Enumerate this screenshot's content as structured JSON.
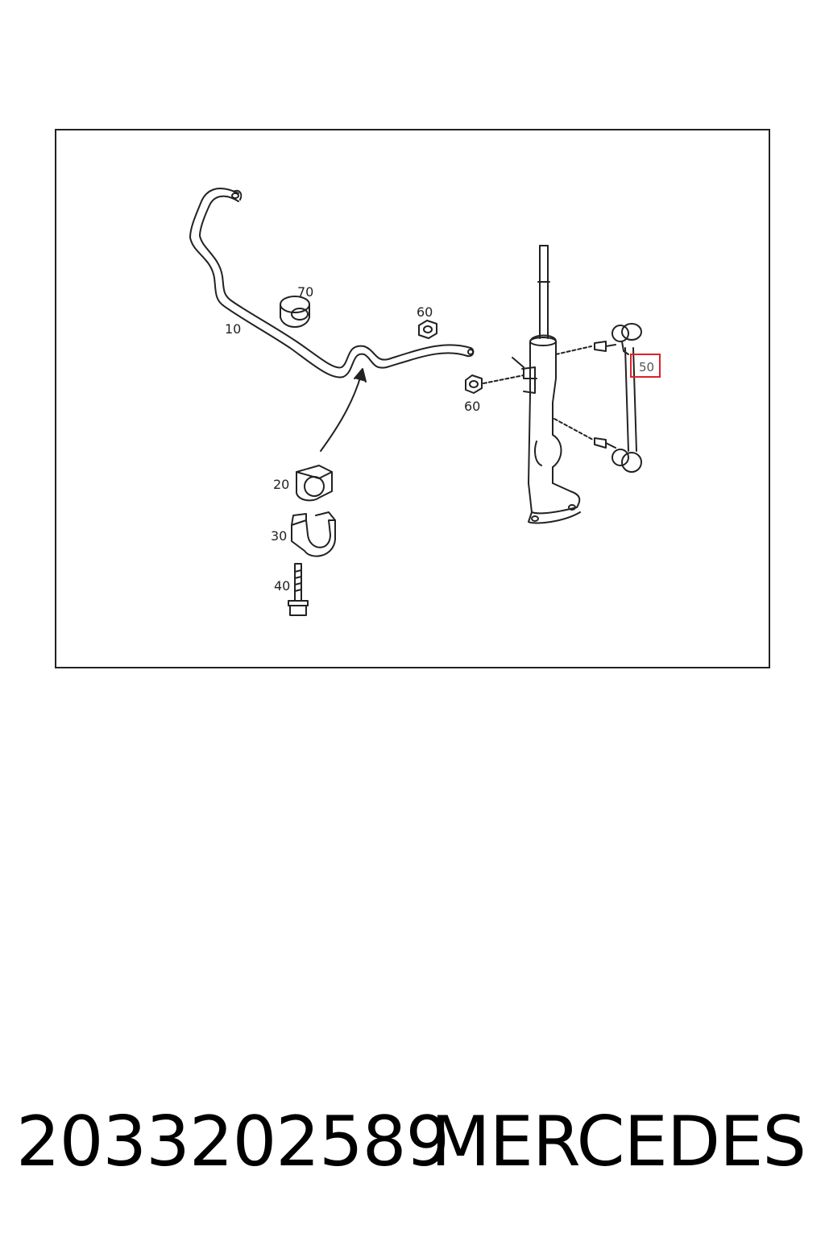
{
  "diagram": {
    "parts": {
      "p10": "10",
      "p20": "20",
      "p30": "30",
      "p40": "40",
      "p50": "50",
      "p60_top": "60",
      "p60_bottom": "60",
      "p70": "70"
    },
    "highlight_color": "#e0202a",
    "highlighted_part": "50"
  },
  "footer": {
    "part_number": "2033202589",
    "brand": "MERCEDES"
  }
}
